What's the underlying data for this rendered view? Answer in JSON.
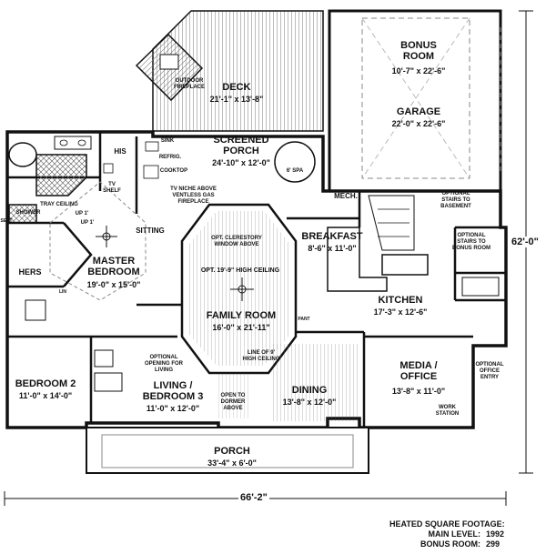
{
  "rooms": {
    "bonus": {
      "name": "BONUS\nROOM",
      "dims": "10'-7\" x 22'-6\""
    },
    "garage": {
      "name": "GARAGE",
      "dims": "22'-0\" x 22'-6\""
    },
    "deck": {
      "name": "DECK",
      "dims": "21'-1\" x 13'-8\""
    },
    "screened_porch": {
      "name": "SCREENED\nPORCH",
      "dims": "24'-10\" x 12'-0\""
    },
    "breakfast": {
      "name": "BREAKFAST",
      "dims": "8'-6\" x 11'-0\""
    },
    "kitchen": {
      "name": "KITCHEN",
      "dims": "17'-3\" x 12'-6\""
    },
    "master": {
      "name": "MASTER\nBEDROOM",
      "dims": "19'-0\" x 15'-0\""
    },
    "family": {
      "name": "FAMILY ROOM",
      "dims": "16'-0\" x 21'-11\""
    },
    "bedroom2": {
      "name": "BEDROOM 2",
      "dims": "11'-0\" x 14'-0\""
    },
    "living": {
      "name": "LIVING /\nBEDROOM 3",
      "dims": "11'-0\" x 12'-0\""
    },
    "dining": {
      "name": "DINING",
      "dims": "13'-8\" x 12'-0\""
    },
    "media": {
      "name": "MEDIA /\nOFFICE",
      "dims": "13'-8\" x 11'-0\""
    },
    "porch": {
      "name": "PORCH",
      "dims": "33'-4\" x 6'-0\""
    }
  },
  "labels": {
    "his": "HIS",
    "hers": "HERS",
    "sitting": "SITTING",
    "shower": "SHOWER",
    "seat": "SEAT",
    "sink": "SINK",
    "refrig": "REFRIG.",
    "cooktop": "COOKTOP",
    "spa": "6' SPA",
    "mech": "MECH.",
    "pant": "PANT",
    "outdoor_fireplace": "OUTDOOR\nFIREPLACE",
    "tv_shelf": "TV\nSHELF",
    "tray_ceiling": "TRAY CEILING",
    "up1": "UP 1'",
    "up1b": "UP 1'",
    "tv_niche": "TV NICHE ABOVE\nVENTLESS GAS\nFIREPLACE",
    "clerestory": "OPT. CLERESTORY\nWINDOW ABOVE",
    "high_ceiling": "OPT. 19'-9\" HIGH CEILING",
    "line_of_9": "LINE OF 9'\nHIGH CEILING",
    "open_to_dormer": "OPEN TO\nDORMER\nABOVE",
    "opt_opening": "OPTIONAL\nOPENING FOR\nLIVING",
    "opt_stairs_basement": "OPTIONAL\nSTAIRS TO\nBASEMENT",
    "opt_stairs_bonus": "OPTIONAL\nSTAIRS TO\nBONUS ROOM",
    "opt_office_entry": "OPTIONAL\nOFFICE\nENTRY",
    "work_station": "WORK\nSTATION",
    "linen": "LIN"
  },
  "dimensions": {
    "width": "66'-2\"",
    "depth": "62'-0\""
  },
  "square_footage": {
    "heading": "HEATED SQUARE FOOTAGE:",
    "main_label": "MAIN LEVEL:",
    "main_value": "1992",
    "bonus_label": "BONUS ROOM:",
    "bonus_value": "299"
  }
}
